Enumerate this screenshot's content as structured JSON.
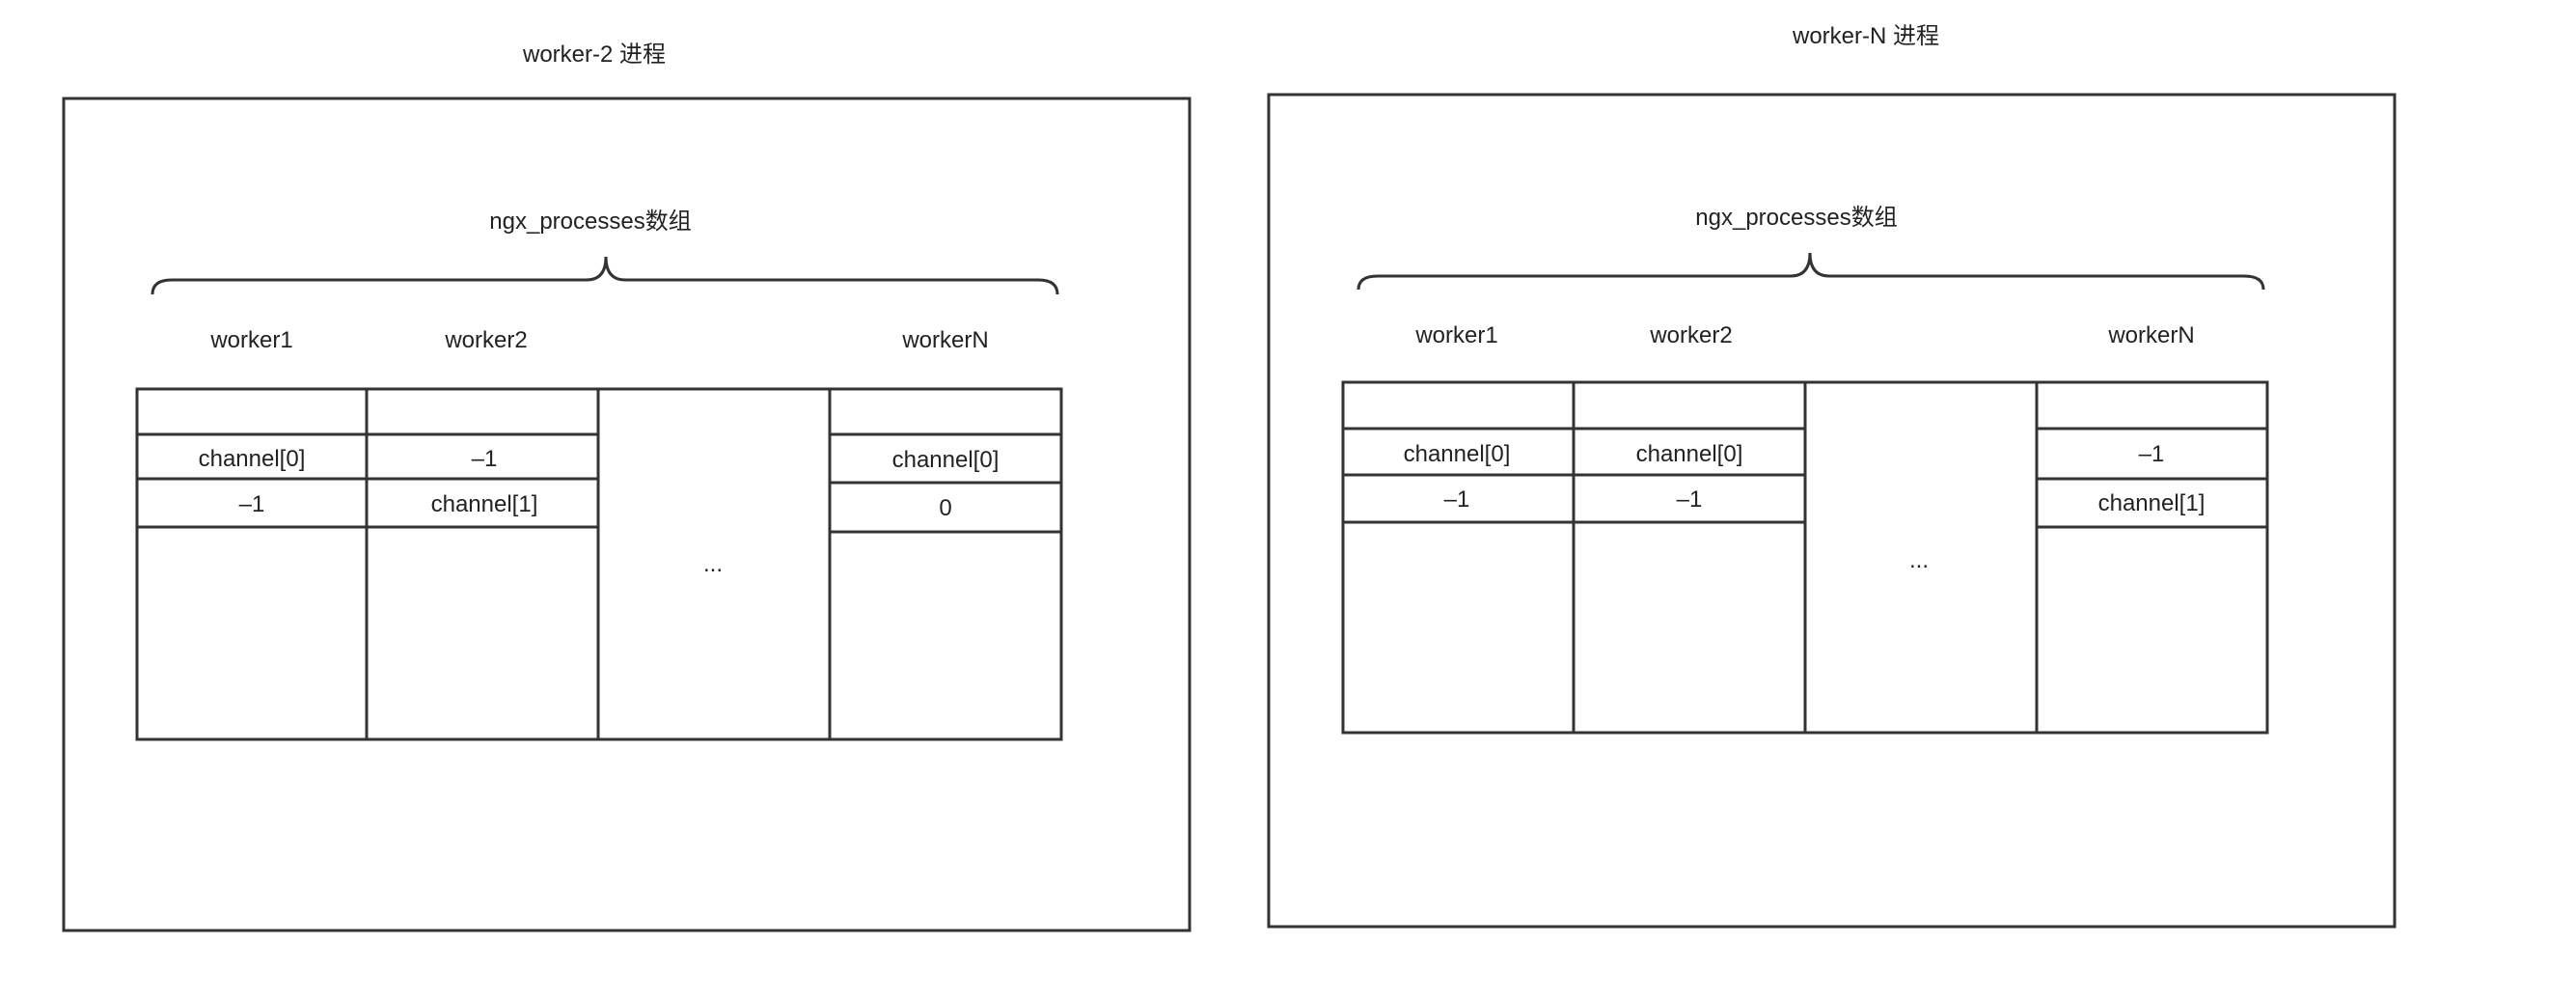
{
  "panels": [
    {
      "title": "worker-2 进程",
      "array_label": "ngx_processes数组",
      "columns": [
        {
          "header": "worker1",
          "cells": [
            "",
            "channel[0]",
            "–1"
          ]
        },
        {
          "header": "worker2",
          "cells": [
            "",
            "–1",
            "channel[1]"
          ]
        },
        {
          "header": "",
          "cells": [
            "..."
          ]
        },
        {
          "header": "workerN",
          "cells": [
            "",
            "channel[0]",
            "0"
          ]
        }
      ]
    },
    {
      "title": "worker-N 进程",
      "array_label": "ngx_processes数组",
      "columns": [
        {
          "header": "worker1",
          "cells": [
            "",
            "channel[0]",
            "–1"
          ]
        },
        {
          "header": "worker2",
          "cells": [
            "",
            "channel[0]",
            "–1"
          ]
        },
        {
          "header": "",
          "cells": [
            "..."
          ]
        },
        {
          "header": "workerN",
          "cells": [
            "",
            "–1",
            "channel[1]"
          ]
        }
      ]
    }
  ]
}
